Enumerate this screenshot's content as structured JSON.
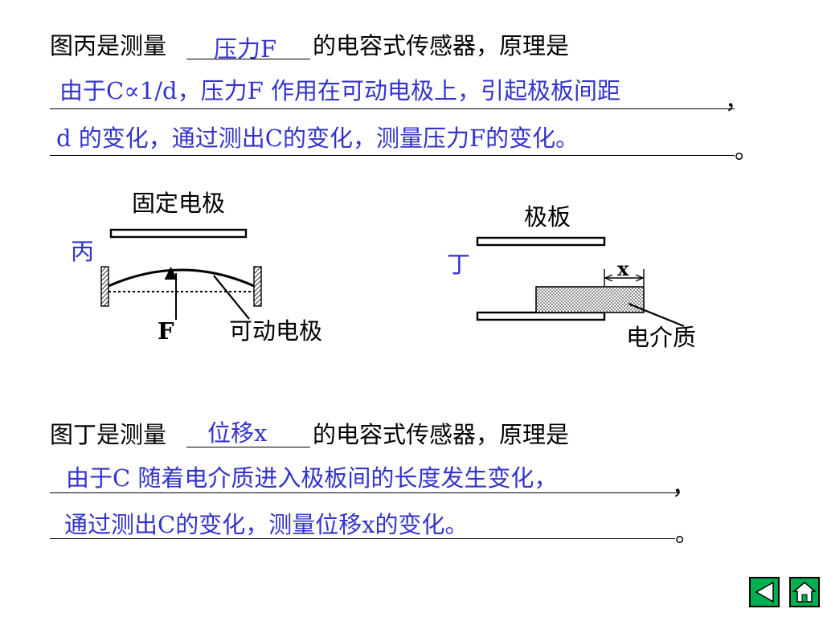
{
  "q1": {
    "prefix": "图丙是测量",
    "answer": "压力F",
    "suffix": "的电容式传感器，原理是",
    "line1_answer": "由于C∝1/d，压力F 作用在可动电极上，引起极板间距",
    "line1_end": "，",
    "line2_answer": "d 的变化，通过测出C的变化，测量压力F的变化。",
    "line2_end": "。"
  },
  "q2": {
    "prefix": "图丁是测量",
    "answer": "位移x",
    "suffix": "的电容式传感器，原理是",
    "line1_answer": "由于C 随着电介质进入极板间的长度发生变化，",
    "line1_end": "，",
    "line2_answer": "通过测出C的变化，测量位移x的变化。",
    "line2_end": "。"
  },
  "diagram_bing": {
    "tag": "丙",
    "fixed_label": "固定电极",
    "movable_label": "可动电极",
    "force_label": "F"
  },
  "diagram_ding": {
    "tag": "丁",
    "plate_label": "极板",
    "dielectric_label": "电介质",
    "x_label": "x"
  },
  "colors": {
    "answer": "#3333cc",
    "nav_button": "#00b050"
  },
  "nav": {
    "back_icon": "triangle-left-icon",
    "home_icon": "home-icon"
  }
}
